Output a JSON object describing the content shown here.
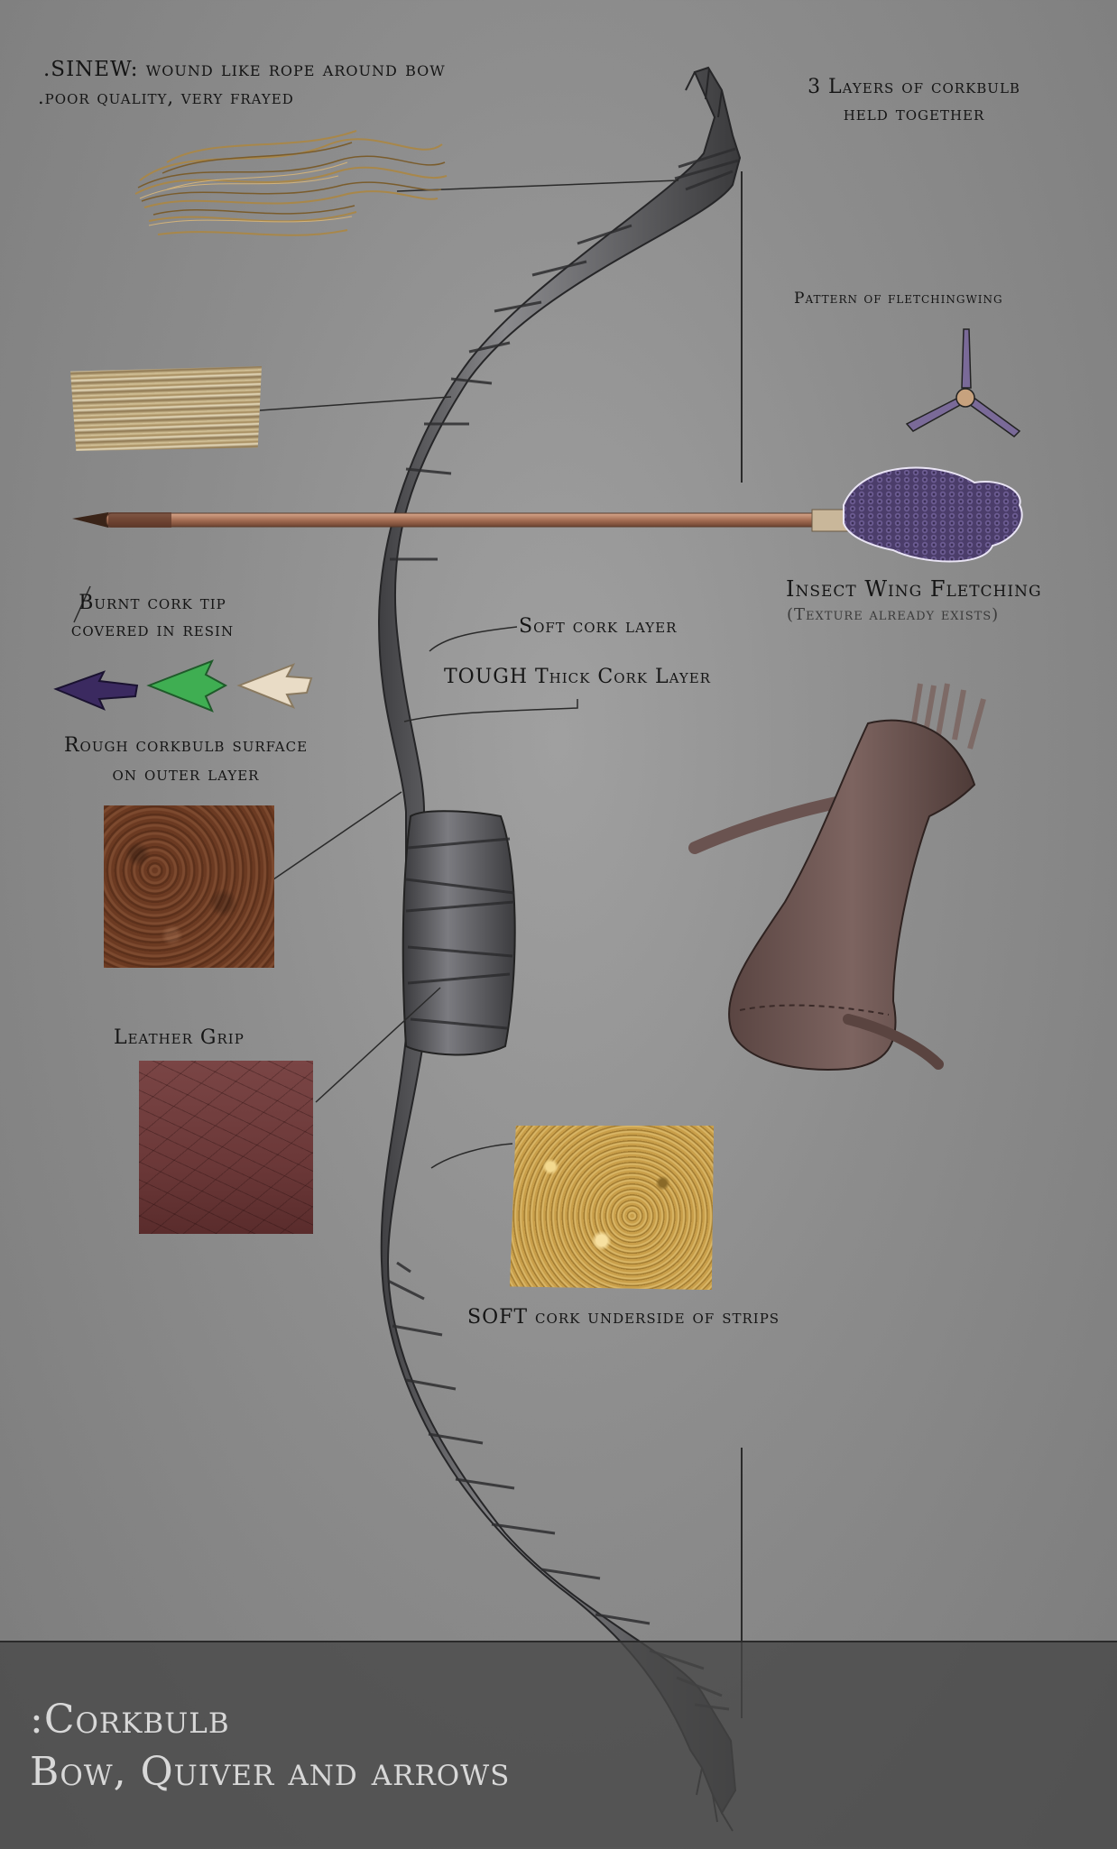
{
  "annotations": {
    "sinew_line1": ".SINEW: wound like rope around bow",
    "sinew_line2": ".poor quality, very frayed",
    "layers_line1": "3 Layers of corkbulb",
    "layers_line2": "held together",
    "fletching_pattern": "Pattern of fletchingwing",
    "tip_line1": "Burnt cork tip",
    "tip_line2": "covered in resin",
    "insect_wing": "Insect Wing Fletching",
    "texture_exists": "(Texture already exists)",
    "soft_cork_layer": "Soft cork layer",
    "tough_layer": "TOUGH Thick Cork Layer",
    "rough_line1": "Rough corkbulb surface",
    "rough_line2": "on outer layer",
    "leather_grip": "Leather Grip",
    "soft_underside": "SOFT cork underside of strips"
  },
  "title": {
    "line1": ":Corkbulb",
    "line2": "Bow, Quiver and arrows"
  },
  "colors": {
    "background": "#8d8d8d",
    "bow": "#5e5e60",
    "bow_wrap": "#3c3c3e",
    "arrow_shaft": "#a8745a",
    "fletching": "#5a4a78",
    "quiver": "#6e5652",
    "arrowhead_purple": "#3b2a60",
    "arrowhead_green": "#3fae52",
    "arrowhead_white": "#e9dcc6",
    "title_band": "#464646",
    "title_text": "#d8d8d8"
  }
}
